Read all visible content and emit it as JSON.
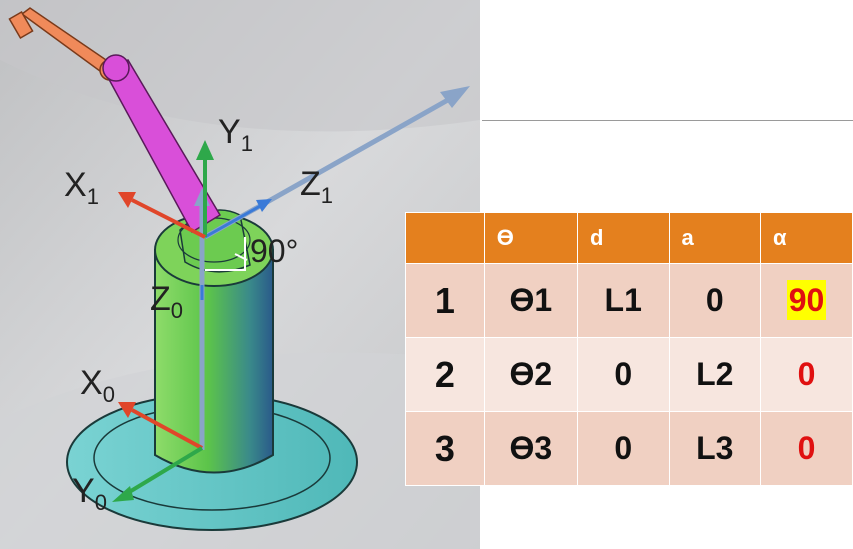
{
  "figure": {
    "labels": {
      "x1": "X",
      "x1_sub": "1",
      "y1": "Y",
      "y1_sub": "1",
      "z1": "Z",
      "z1_sub": "1",
      "z0": "Z",
      "z0_sub": "0",
      "x0": "X",
      "x0_sub": "0",
      "y0": "Y",
      "y0_sub": "0",
      "angle": "90°"
    },
    "colors": {
      "background": "#cfd0d2",
      "base_plate": "#5fc4c4",
      "cylinder": "#4fb84f",
      "link_arm": "#d94fd9",
      "end_link": "#f08a5a",
      "x_axis": "#e0462a",
      "y_axis": "#2ea84a",
      "z_axis": "#8aa4c8"
    }
  },
  "table": {
    "headers": [
      "",
      "ϴ",
      "d",
      "a",
      "α"
    ],
    "rows": [
      {
        "label": "1",
        "theta": "ϴ1",
        "d": "L1",
        "a": "0",
        "alpha": "90",
        "alpha_highlight": true
      },
      {
        "label": "2",
        "theta": "ϴ2",
        "d": "0",
        "a": "L2",
        "alpha": "0",
        "alpha_highlight": false
      },
      {
        "label": "3",
        "theta": "ϴ3",
        "d": "0",
        "a": "L3",
        "alpha": "0",
        "alpha_highlight": false
      }
    ],
    "colors": {
      "header": "#e4801e",
      "row_dark": "#f0d0c2",
      "row_light": "#f7e6df",
      "alpha_text": "#e01010",
      "highlight": "#ffff00"
    }
  }
}
